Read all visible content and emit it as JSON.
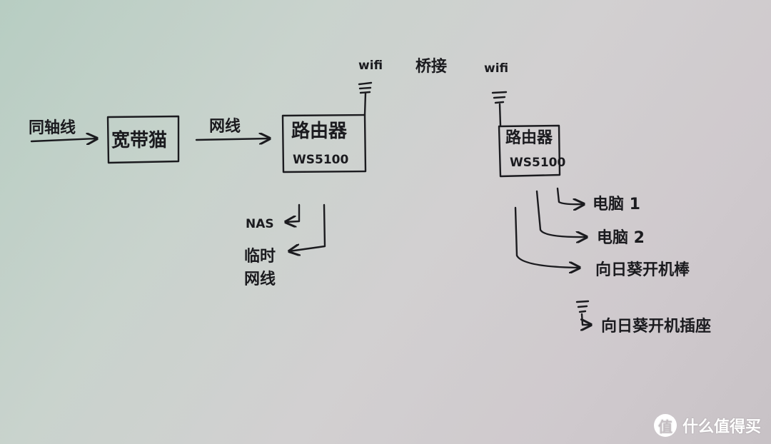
{
  "diagram": {
    "input_label": "同轴线",
    "modem_label": "宽带猫",
    "cable_label": "网线",
    "router1": {
      "name": "路由器",
      "model": "WS5100"
    },
    "wifi_left": "wifi",
    "bridge_label": "桥接",
    "wifi_right": "wifi",
    "router2": {
      "name": "路由器",
      "model": "WS5100"
    },
    "router1_outputs": {
      "nas": "NAS",
      "temp_line1": "临时",
      "temp_line2": "网线"
    },
    "router2_outputs": {
      "pc1": "电脑 1",
      "pc2": "电脑 2",
      "sunlogin_stick": "向日葵开机棒",
      "sunlogin_socket": "向日葵开机插座"
    }
  },
  "watermark": {
    "logo_glyph": "值",
    "text": "什么值得买"
  }
}
